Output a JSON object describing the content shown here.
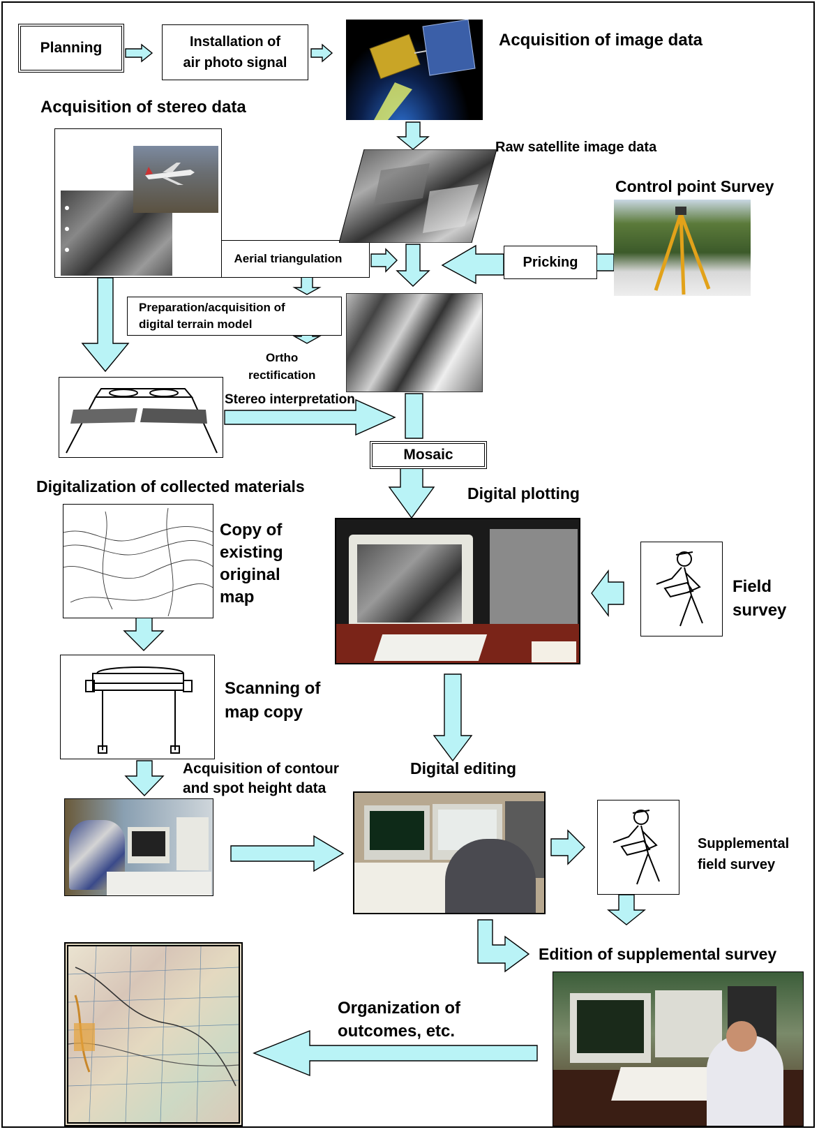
{
  "steps": {
    "planning": "Planning",
    "installation": "Installation of\nair photo signal",
    "acq_image": "Acquisition of image data",
    "acq_stereo": "Acquisition of stereo data",
    "raw_satellite": "Raw satellite image data",
    "control_point": "Control point Survey",
    "aerial_triang": "Aerial triangulation",
    "pricking": "Pricking",
    "dtm": "Preparation/acquisition of\ndigital terrain model",
    "ortho": "Ortho\nrectification",
    "stereo_interp": "Stereo interpretation",
    "mosaic": "Mosaic",
    "digitalization": "Digitalization of collected materials",
    "digital_plotting": "Digital plotting",
    "copy_map": "Copy of\nexisting\noriginal\nmap",
    "field_survey": "Field\nsurvey",
    "scanning": "Scanning of\nmap copy",
    "acq_contour": "Acquisition  of  contour\nand spot height data",
    "digital_editing": "Digital editing",
    "supp_field": "Supplemental\nfield survey",
    "edition_supp": "Edition of supplemental survey",
    "organization": "Organization of\noutcomes, etc."
  },
  "colors": {
    "arrow_fill": "#b9f3f6",
    "stroke": "#000000",
    "background": "#ffffff"
  },
  "icons": {
    "satellite": "satellite-photo-icon",
    "aircraft": "aircraft-photo-icon",
    "tripod": "survey-tripod-photo-icon",
    "surveyor": "surveyor-sketch-icon",
    "plotter": "plotter-scanner-icon",
    "stereo": "stereo-model-icon",
    "computer": "workstation-photo-icon",
    "map": "topographic-map-icon"
  }
}
